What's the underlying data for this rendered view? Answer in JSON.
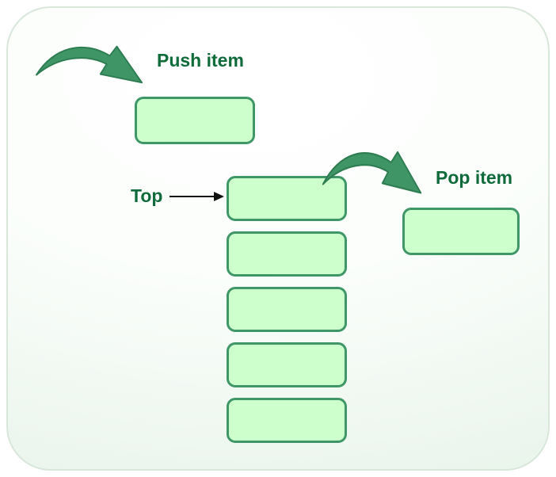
{
  "labels": {
    "push": "Push item",
    "pop": "Pop item",
    "top": "Top"
  },
  "stack": {
    "slot_count": 5
  },
  "colors": {
    "box_fill": "#ccffcc",
    "box_border": "#3f9768",
    "arrow_fill": "#3f9565",
    "arrow_outline": "#2e7d52",
    "label_text": "#0f6b3a",
    "card_border": "#d9e7db",
    "pointer": "#111111",
    "background_tint": "#e9f4eb"
  }
}
